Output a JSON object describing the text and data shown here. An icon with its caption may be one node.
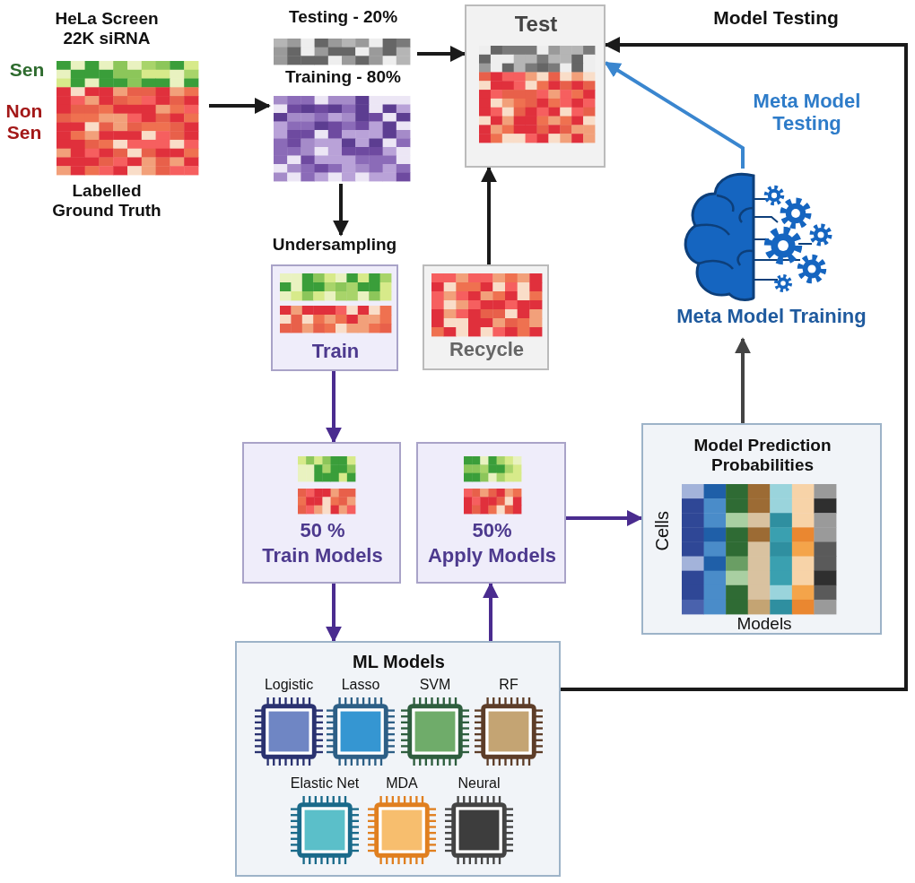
{
  "diagram": {
    "nodes": [
      {
        "text": [
          "HeLa Screen 22K siRNA",
          "Labelled Ground Truth"
        ]
      },
      {
        "text": [
          "Testing - 20%"
        ]
      },
      {
        "text": [
          "Training - 80%"
        ]
      },
      {
        "text": [
          "Test"
        ]
      },
      {
        "text": [
          "Undersampling",
          "Train"
        ]
      },
      {
        "text": [
          "Recycle"
        ]
      },
      {
        "text": [
          "50 %",
          "Train Models"
        ]
      },
      {
        "text": [
          "50%",
          "Apply Models"
        ]
      },
      {
        "text": [
          "Model Prediction Probabilities",
          "Cells",
          "Models"
        ]
      },
      {
        "text": [
          "ML Models"
        ]
      },
      {
        "text": [
          "Logistic"
        ],
        "in": 9
      },
      {
        "text": [
          "Lasso"
        ],
        "in": 9
      },
      {
        "text": [
          "SVM"
        ],
        "in": 9
      },
      {
        "text": [
          "RF"
        ],
        "in": 9
      },
      {
        "text": [
          "Elastic Net"
        ],
        "in": 9
      },
      {
        "text": [
          "MDA"
        ],
        "in": 9
      },
      {
        "text": [
          "Neural"
        ],
        "in": 9
      },
      {
        "text": [
          "Meta Model Training"
        ]
      }
    ],
    "edges": [
      {
        "from": 0,
        "to": 2,
        "arrow": "to"
      },
      {
        "from": 1,
        "to": 3,
        "arrow": "to"
      },
      {
        "from": 2,
        "to": 4,
        "arrow": "to"
      },
      {
        "from": 5,
        "to": 3,
        "arrow": "to"
      },
      {
        "from": 4,
        "to": 6,
        "arrow": "to",
        "color": "#4a2c8f"
      },
      {
        "from": 6,
        "to": 9,
        "arrow": "to",
        "color": "#4a2c8f"
      },
      {
        "from": 9,
        "to": 7,
        "arrow": "to",
        "color": "#4a2c8f"
      },
      {
        "from": 7,
        "to": 8,
        "arrow": "to",
        "color": "#4a2c8f"
      },
      {
        "from": 8,
        "to": 17,
        "arrow": "to",
        "color": "#444444"
      },
      {
        "from": 17,
        "to": 3,
        "arrow": "to",
        "label": "Meta Model Testing",
        "color": "#3a86cf"
      },
      {
        "from": 9,
        "to": 3,
        "arrow": "to",
        "label": "Model Testing"
      }
    ],
    "labels": [
      "Sen",
      "Non Sen"
    ]
  }
}
